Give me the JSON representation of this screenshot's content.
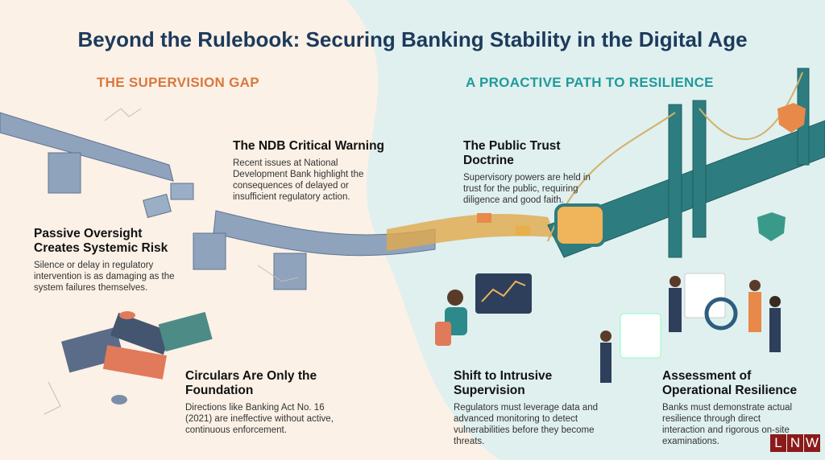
{
  "title": "Beyond the Rulebook: Securing Banking Stability in the Digital Age",
  "sections": {
    "left": "THE SUPERVISION GAP",
    "right": "A PROACTIVE PATH TO RESILIENCE"
  },
  "colors": {
    "title": "#1d3a5c",
    "left_accent": "#d9773f",
    "right_accent": "#1f9a9a",
    "left_bg": "#fbf1e6",
    "right_bg": "#dff0ef"
  },
  "blocks": {
    "ndb": {
      "title": "The NDB Critical Warning",
      "body": "Recent issues at National Development Bank highlight the consequences of delayed or insufficient regulatory action."
    },
    "passive": {
      "title": "Passive Oversight Creates Systemic Risk",
      "body": "Silence or delay in regulatory intervention is as damaging as the system failures themselves."
    },
    "circulars": {
      "title": "Circulars Are Only the Foundation",
      "body": "Directions like Banking Act No. 16 (2021) are ineffective without active, continuous enforcement."
    },
    "trust": {
      "title": "The Public Trust Doctrine",
      "body": "Supervisory powers are held in trust for the public, requiring diligence and good faith."
    },
    "shift": {
      "title": "Shift to Intrusive Supervision",
      "body": "Regulators must leverage data and advanced monitoring to detect vulnerabilities before they become threats."
    },
    "assessment": {
      "title": "Assessment of Operational Resilience",
      "body": "Banks must demonstrate actual resilience through direct interaction and rigorous on-site examinations."
    }
  },
  "logo": {
    "letters": [
      "L",
      "N",
      "W"
    ]
  }
}
